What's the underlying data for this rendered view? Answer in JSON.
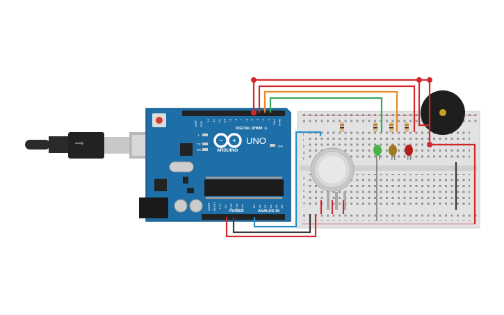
{
  "arduino": {
    "brand": "ARDUINO",
    "model": "UNO",
    "digital_label": "DIGITAL (PWM ~)",
    "power_label": "POWER",
    "analog_label": "ANALOG IN",
    "on_label": "ON",
    "tx_label": "TX",
    "rx_label": "RX",
    "l_label": "L",
    "aref": "AREF",
    "gnd": "GND",
    "digital_pins": [
      "13",
      "12",
      "~11",
      "~10",
      "~9",
      "8",
      "7",
      "~6",
      "~5",
      "4",
      "~3",
      "2",
      "TX▸1",
      "RX◂0"
    ],
    "power_pins": [
      "IOREF",
      "RESET",
      "3.3V",
      "5V",
      "GND",
      "GND",
      "Vin"
    ],
    "analog_pins": [
      "A0",
      "A1",
      "A2",
      "A3",
      "A4",
      "A5"
    ]
  },
  "breadboard": {
    "row_letters_bottom": [
      "a",
      "b",
      "c",
      "d",
      "e"
    ],
    "row_letters_top": [
      "f",
      "g",
      "h",
      "i",
      "j"
    ],
    "column_count": 30
  },
  "colors": {
    "board": "#1e6fa8",
    "board_edge": "#165a8c",
    "breadboard": "#e4e4e4",
    "wire_red": "#d2282d",
    "wire_black": "#3a3a3a",
    "wire_orange": "#e98a23",
    "wire_green": "#3aa860",
    "wire_blue": "#2b8fc7",
    "led_green": "#49b34a",
    "led_yellow": "#9c7a1e",
    "led_red": "#b0201f",
    "buzzer": "#1e1e1e"
  }
}
